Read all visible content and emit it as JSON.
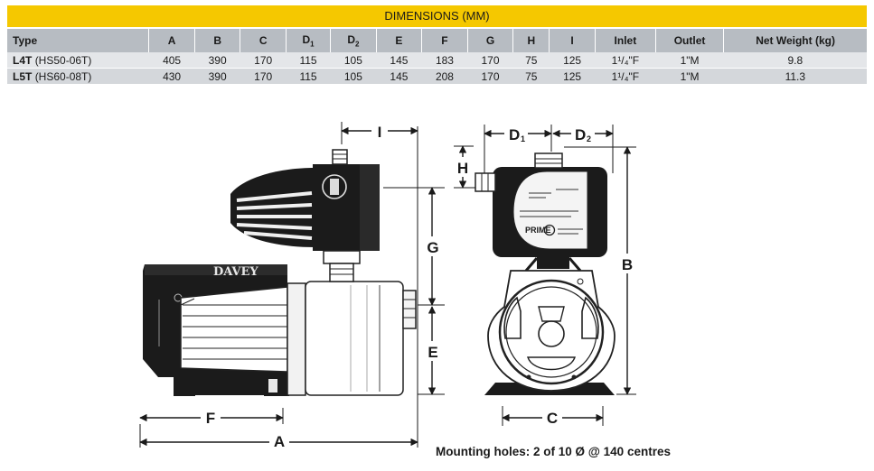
{
  "banner": {
    "title": "DIMENSIONS (MM)"
  },
  "table": {
    "headers": [
      "Type",
      "A",
      "B",
      "C",
      "D",
      "D",
      "E",
      "F",
      "G",
      "H",
      "I",
      "Inlet",
      "Outlet",
      "Net Weight (kg)"
    ],
    "header_subscripts": {
      "d1": "1",
      "d2": "2"
    },
    "rows": [
      {
        "model": "L4T",
        "code": "(HS50-06T)",
        "values": [
          "405",
          "390",
          "170",
          "115",
          "105",
          "145",
          "183",
          "170",
          "75",
          "125",
          "1¹/₄\"F",
          "1\"M",
          "9.8"
        ]
      },
      {
        "model": "L5T",
        "code": "(HS60-08T)",
        "values": [
          "430",
          "390",
          "170",
          "115",
          "105",
          "145",
          "208",
          "170",
          "75",
          "125",
          "1¹/₄\"F",
          "1\"M",
          "11.3"
        ]
      }
    ]
  },
  "drawing": {
    "brand": "DAVEY",
    "panel_label": "PRIME",
    "dims": {
      "A": "A",
      "B": "B",
      "C": "C",
      "D1": "D",
      "D1_sub": "1",
      "D2": "D",
      "D2_sub": "2",
      "E": "E",
      "F": "F",
      "G": "G",
      "H": "H",
      "I": "I"
    }
  },
  "caption": "Mounting holes: 2 of 10 Ø @ 140 centres",
  "colors": {
    "banner": "#f5c800",
    "header": "#b7bcc2",
    "row1": "#e4e6e9",
    "row2": "#d4d7db"
  }
}
